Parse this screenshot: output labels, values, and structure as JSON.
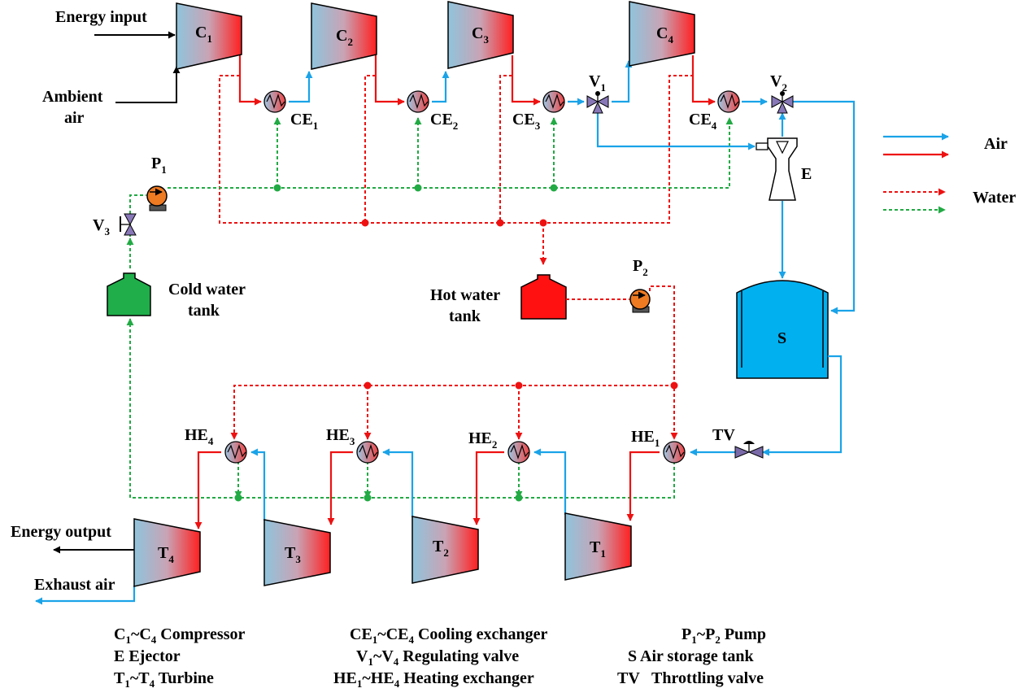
{
  "inputs": {
    "energy_input": "Energy input",
    "ambient_air_line1": "Ambient",
    "ambient_air_line2": "air"
  },
  "outputs": {
    "energy_output": "Energy output",
    "exhaust_air": "Exhaust air"
  },
  "compressors": [
    {
      "main": "C",
      "sub": "1"
    },
    {
      "main": "C",
      "sub": "2"
    },
    {
      "main": "C",
      "sub": "3"
    },
    {
      "main": "C",
      "sub": "4"
    }
  ],
  "cooling_exchangers": [
    {
      "main": "CE",
      "sub": "1"
    },
    {
      "main": "CE",
      "sub": "2"
    },
    {
      "main": "CE",
      "sub": "3"
    },
    {
      "main": "CE",
      "sub": "4"
    }
  ],
  "valves": [
    {
      "main": "V",
      "sub": "1"
    },
    {
      "main": "V",
      "sub": "2"
    },
    {
      "main": "V",
      "sub": "3"
    }
  ],
  "pumps": [
    {
      "main": "P",
      "sub": "1"
    },
    {
      "main": "P",
      "sub": "2"
    }
  ],
  "ejector": "E",
  "storage_tank": "S",
  "throttle": "TV",
  "cold_tank_line1": "Cold water",
  "cold_tank_line2": "tank",
  "hot_tank_line1": "Hot water",
  "hot_tank_line2": "tank",
  "heating_exchangers": [
    {
      "main": "HE",
      "sub": "1"
    },
    {
      "main": "HE",
      "sub": "2"
    },
    {
      "main": "HE",
      "sub": "3"
    },
    {
      "main": "HE",
      "sub": "4"
    }
  ],
  "turbines": [
    {
      "main": "T",
      "sub": "1"
    },
    {
      "main": "T",
      "sub": "2"
    },
    {
      "main": "T",
      "sub": "3"
    },
    {
      "main": "T",
      "sub": "4"
    }
  ],
  "legend": {
    "air": "Air",
    "water": "Water",
    "colors": {
      "air": "#1aa3e8",
      "hot": "#ee1111",
      "cold": "#22aa44"
    }
  },
  "key": {
    "col1": [
      {
        "a": "C",
        "as": "1",
        "b": "~C",
        "bs": "4",
        "text": " Compressor"
      },
      {
        "a": "E",
        "as": "",
        "b": "",
        "bs": "",
        "text": " Ejector"
      },
      {
        "a": "T",
        "as": "1",
        "b": "~T",
        "bs": "4",
        "text": " Turbine"
      }
    ],
    "col2": [
      {
        "a": "CE",
        "as": "1",
        "b": "~CE",
        "bs": "4",
        "text": " Cooling exchanger"
      },
      {
        "a": "V",
        "as": "1",
        "b": "~V",
        "bs": "4",
        "text": " Regulating valve"
      },
      {
        "a": "HE",
        "as": "1",
        "b": "~HE",
        "bs": "4",
        "text": "  Heating exchanger"
      }
    ],
    "col3": [
      {
        "a": "P",
        "as": "1",
        "b": "~P",
        "bs": "2",
        "text": " Pump"
      },
      {
        "a": "S",
        "as": "",
        "b": "",
        "bs": "",
        "text": " Air storage tank"
      },
      {
        "a": "TV",
        "as": "",
        "b": "",
        "bs": "",
        "text": "   Throttling valve"
      }
    ]
  }
}
